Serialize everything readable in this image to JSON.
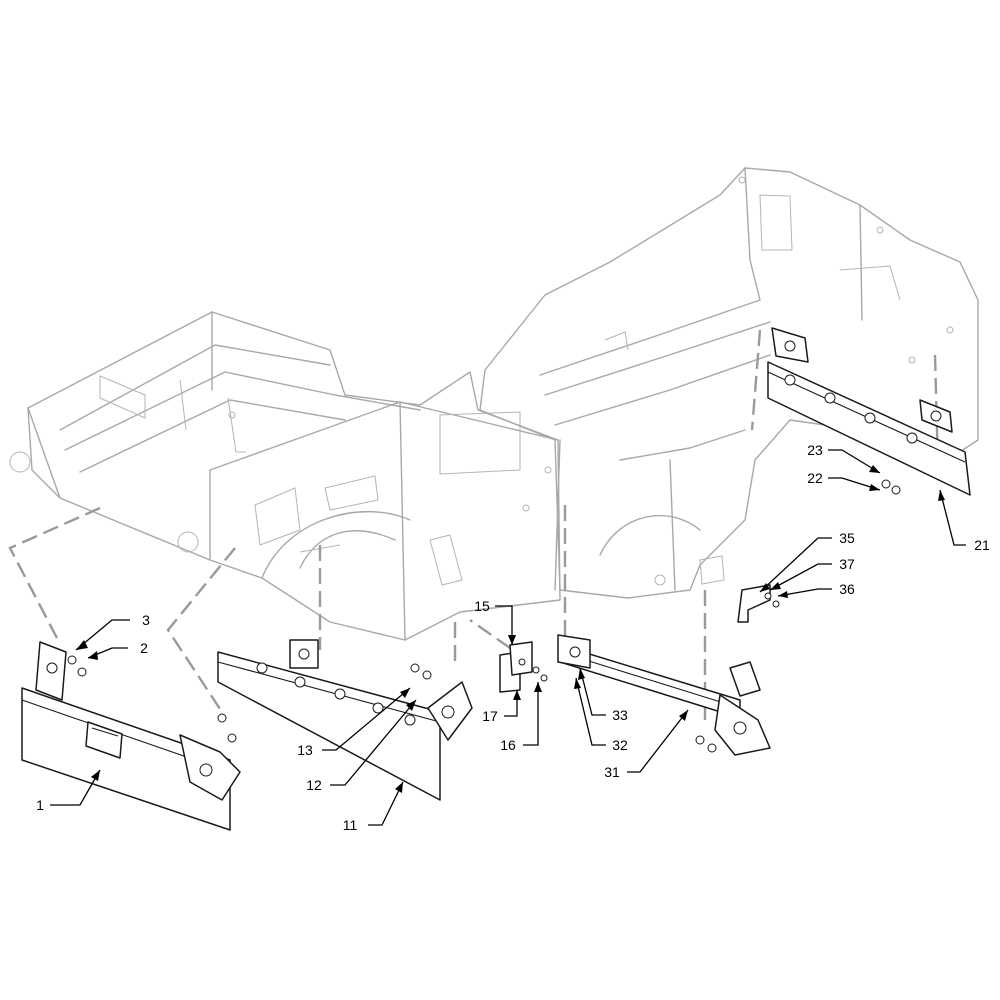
{
  "callouts": [
    {
      "id": "c1",
      "text": "1"
    },
    {
      "id": "c2",
      "text": "2"
    },
    {
      "id": "c3",
      "text": "3"
    },
    {
      "id": "c11",
      "text": "11"
    },
    {
      "id": "c12",
      "text": "12"
    },
    {
      "id": "c13",
      "text": "13"
    },
    {
      "id": "c15",
      "text": "15"
    },
    {
      "id": "c16",
      "text": "16"
    },
    {
      "id": "c17",
      "text": "17"
    },
    {
      "id": "c21",
      "text": "21"
    },
    {
      "id": "c22",
      "text": "22"
    },
    {
      "id": "c23",
      "text": "23"
    },
    {
      "id": "c31",
      "text": "31"
    },
    {
      "id": "c32",
      "text": "32"
    },
    {
      "id": "c33",
      "text": "33"
    },
    {
      "id": "c35",
      "text": "35"
    },
    {
      "id": "c36",
      "text": "36"
    },
    {
      "id": "c37",
      "text": "37"
    }
  ]
}
